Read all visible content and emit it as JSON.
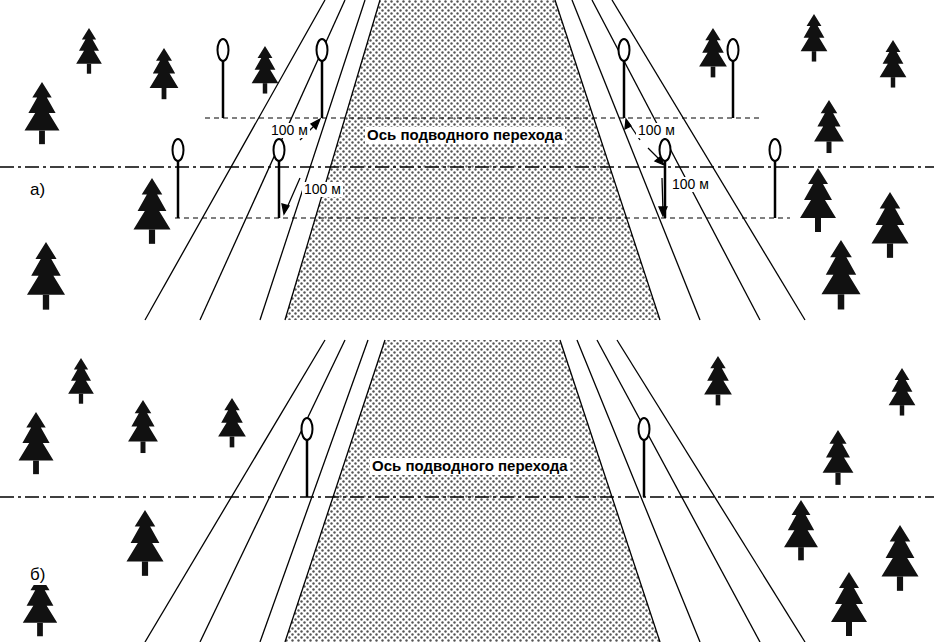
{
  "diagram": {
    "labels": [
      "Ось подводного перехода",
      "100 м",
      "100 м",
      "100 м",
      "100 м",
      "а)",
      "Ось подводного перехода",
      "б)"
    ]
  }
}
